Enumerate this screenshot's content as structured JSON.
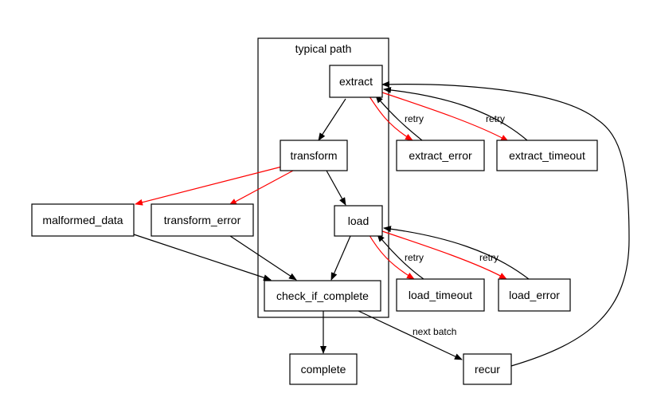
{
  "cluster": {
    "label": "typical path"
  },
  "nodes": {
    "extract": "extract",
    "transform": "transform",
    "load": "load",
    "check_if_complete": "check_if_complete",
    "complete": "complete",
    "recur": "recur",
    "malformed_data": "malformed_data",
    "transform_error": "transform_error",
    "extract_error": "extract_error",
    "extract_timeout": "extract_timeout",
    "load_timeout": "load_timeout",
    "load_error": "load_error"
  },
  "edge_labels": {
    "retry_extract_error": "retry",
    "retry_extract_timeout": "retry",
    "retry_load_timeout": "retry",
    "retry_load_error": "retry",
    "next_batch": "next batch"
  },
  "colors": {
    "normal_edge": "#000000",
    "error_edge": "#ff0000"
  }
}
